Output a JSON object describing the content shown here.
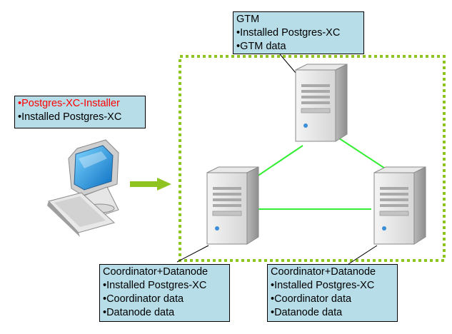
{
  "colors": {
    "boundary": "#8fc31f",
    "connector": "#33ee33",
    "arrow": "#8fc31f",
    "callout_fill": "#b7dde8",
    "installer_text": "#ff0000"
  },
  "installer_box": {
    "lines": [
      "Postgres-XC-Installer",
      "Installed Postgres-XC"
    ]
  },
  "gtm_box": {
    "title": "GTM",
    "lines": [
      "Installed Postgres-XC",
      "GTM data"
    ]
  },
  "node_box_left": {
    "title": "Coordinator+Datanode",
    "lines": [
      "Installed Postgres-XC",
      "Coordinator data",
      "Datanode data"
    ]
  },
  "node_box_right": {
    "title": "Coordinator+Datanode",
    "lines": [
      "Installed Postgres-XC",
      "Coordinator data",
      "Datanode data"
    ]
  }
}
